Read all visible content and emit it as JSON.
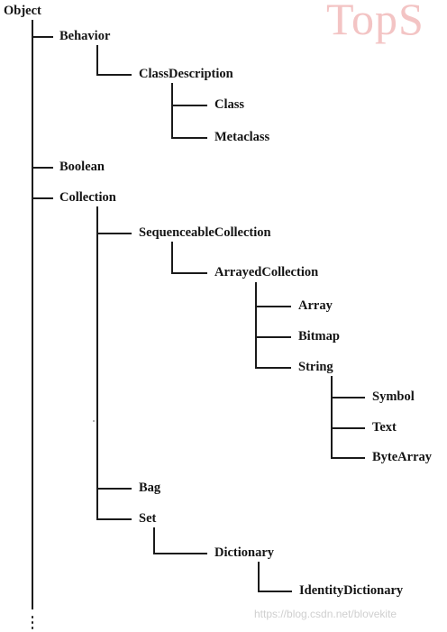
{
  "watermark": {
    "logo": "TopS",
    "url": "https://blog.csdn.net/blovekite"
  },
  "nodes": {
    "object": "Object",
    "behavior": "Behavior",
    "class_description": "ClassDescription",
    "class": "Class",
    "metaclass": "Metaclass",
    "boolean": "Boolean",
    "collection": "Collection",
    "sequenceable_collection": "SequenceableCollection",
    "arrayed_collection": "ArrayedCollection",
    "array": "Array",
    "bitmap": "Bitmap",
    "string": "String",
    "symbol": "Symbol",
    "text": "Text",
    "byte_array": "ByteArray",
    "bag": "Bag",
    "set": "Set",
    "dictionary": "Dictionary",
    "identity_dictionary": "IdentityDictionary"
  },
  "colors": {
    "text": "#141414",
    "lines": "#1a1a1a",
    "watermark_logo": "#f3c4c4",
    "watermark_url": "#cfcfcf"
  }
}
